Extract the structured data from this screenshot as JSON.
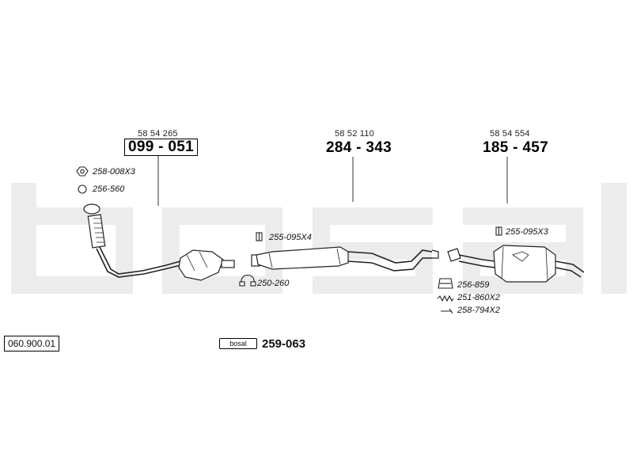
{
  "diagram": {
    "watermark_word": "bosal",
    "catalog_number": "060.900.01",
    "kit": {
      "code": "259-063",
      "label": "bosal"
    },
    "parts": [
      {
        "oe_ref": "58 54 265",
        "code": "099 - 051",
        "boxed": true
      },
      {
        "oe_ref": "58 52 110",
        "code": "284 - 343",
        "boxed": false
      },
      {
        "oe_ref": "58 54 554",
        "code": "185 - 457",
        "boxed": false
      }
    ],
    "fittings": [
      {
        "code": "258-008X3",
        "icon": "nut-icon"
      },
      {
        "code": "256-560",
        "icon": "ring-gasket-icon"
      },
      {
        "code": "255-095X4",
        "icon": "clamp-icon"
      },
      {
        "code": "250-260",
        "icon": "band-clamp-icon"
      },
      {
        "code": "255-095X3",
        "icon": "clamp-icon"
      },
      {
        "code": "256-859",
        "icon": "seal-ring-icon"
      },
      {
        "code": "251-860X2",
        "icon": "spring-icon"
      },
      {
        "code": "258-794X2",
        "icon": "bolt-icon"
      }
    ]
  }
}
